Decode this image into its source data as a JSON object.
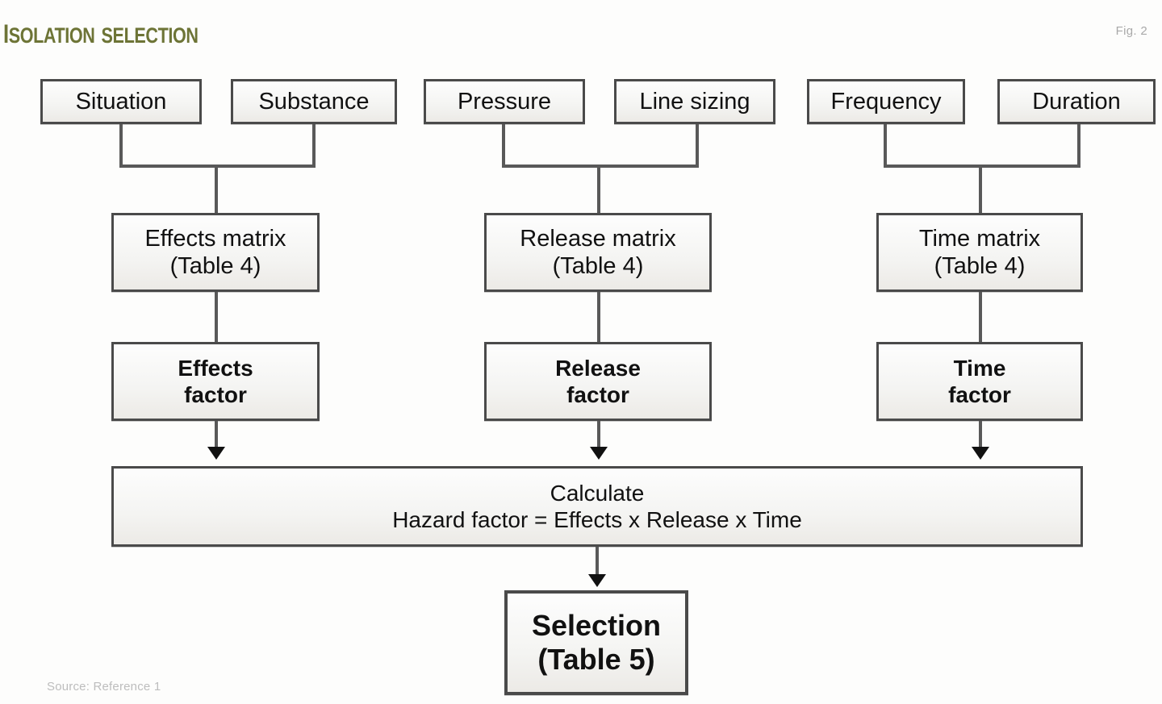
{
  "header": {
    "title": "Isolation selection",
    "figure_number": "Fig. 2"
  },
  "footer": {
    "source": "Source: Reference 1"
  },
  "colors": {
    "title": "#6d7436",
    "figure_number": "#a9a9a9",
    "source": "#bdbdbd",
    "box_border": "#4a4a4a",
    "box_fill": "#f4f4f2",
    "connector": "#595959",
    "arrowhead": "#111111",
    "background": "#fdfdfc"
  },
  "diagram": {
    "type": "flowchart",
    "orientation": "top-to-bottom",
    "columns": [
      {
        "id": "effects",
        "inputs": [
          "Situation",
          "Substance"
        ],
        "matrix_line1": "Effects matrix",
        "matrix_line2": "(Table 4)",
        "factor_line1": "Effects",
        "factor_line2": "factor"
      },
      {
        "id": "release",
        "inputs": [
          "Pressure",
          "Line sizing"
        ],
        "matrix_line1": "Release matrix",
        "matrix_line2": "(Table 4)",
        "factor_line1": "Release",
        "factor_line2": "factor"
      },
      {
        "id": "time",
        "inputs": [
          "Frequency",
          "Duration"
        ],
        "matrix_line1": "Time matrix",
        "matrix_line2": "(Table 4)",
        "factor_line1": "Time",
        "factor_line2": "factor"
      }
    ],
    "calculate": {
      "line1": "Calculate",
      "line2": "Hazard factor = Effects x Release x Time"
    },
    "selection": {
      "line1": "Selection",
      "line2": "(Table 5)"
    }
  }
}
